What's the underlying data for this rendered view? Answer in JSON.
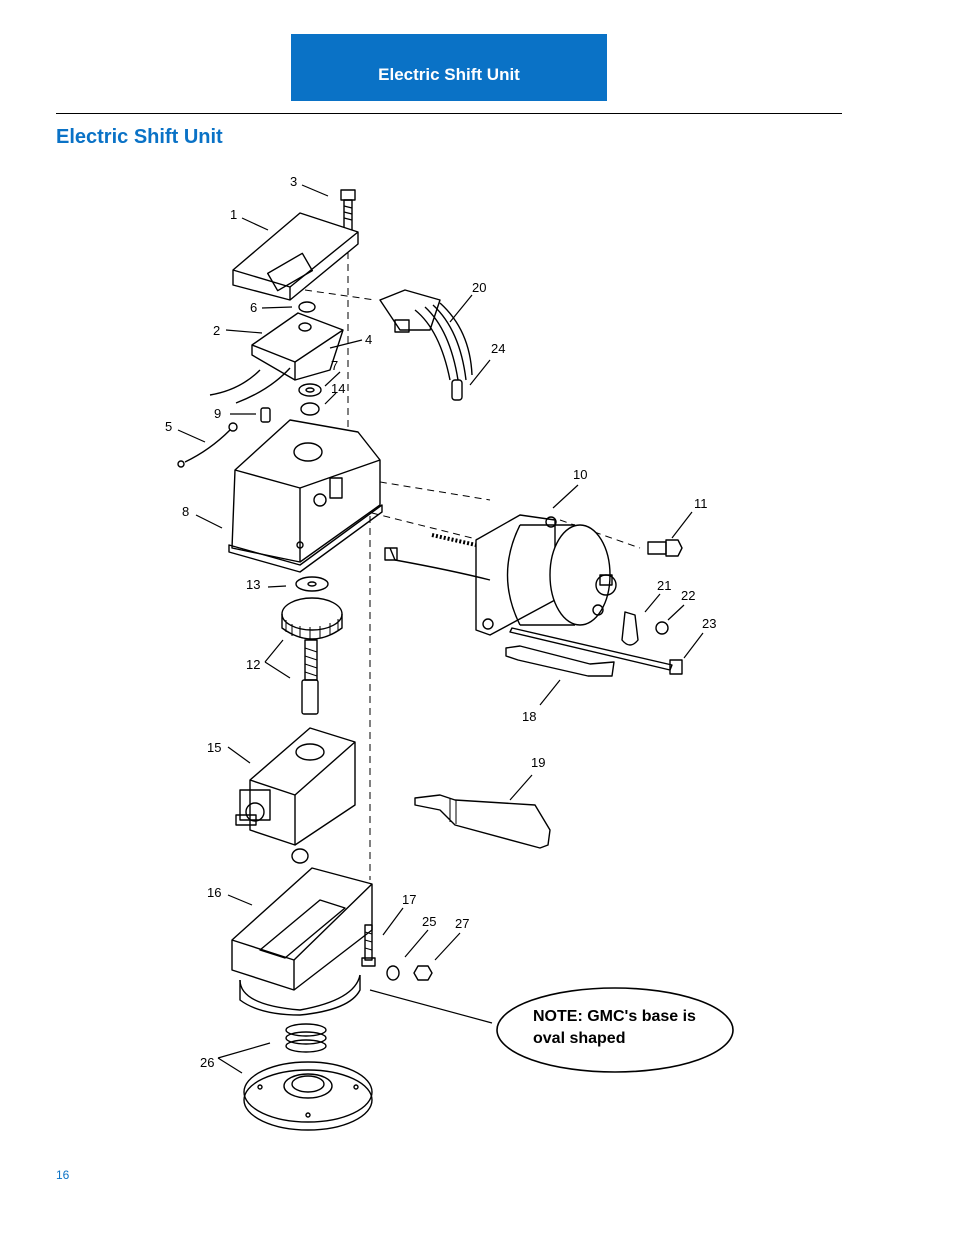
{
  "header": {
    "tab_label": "Electric Shift Unit"
  },
  "section": {
    "title": "Electric Shift Unit"
  },
  "diagram": {
    "callouts": [
      "1",
      "2",
      "3",
      "4",
      "5",
      "6",
      "7",
      "8",
      "9",
      "10",
      "11",
      "12",
      "13",
      "14",
      "15",
      "16",
      "17",
      "18",
      "19",
      "20",
      "21",
      "22",
      "23",
      "24",
      "25",
      "26",
      "27"
    ],
    "note_line1": "NOTE:  GMC's base is",
    "note_line2": "oval shaped"
  },
  "footer": {
    "page_number": "16"
  }
}
